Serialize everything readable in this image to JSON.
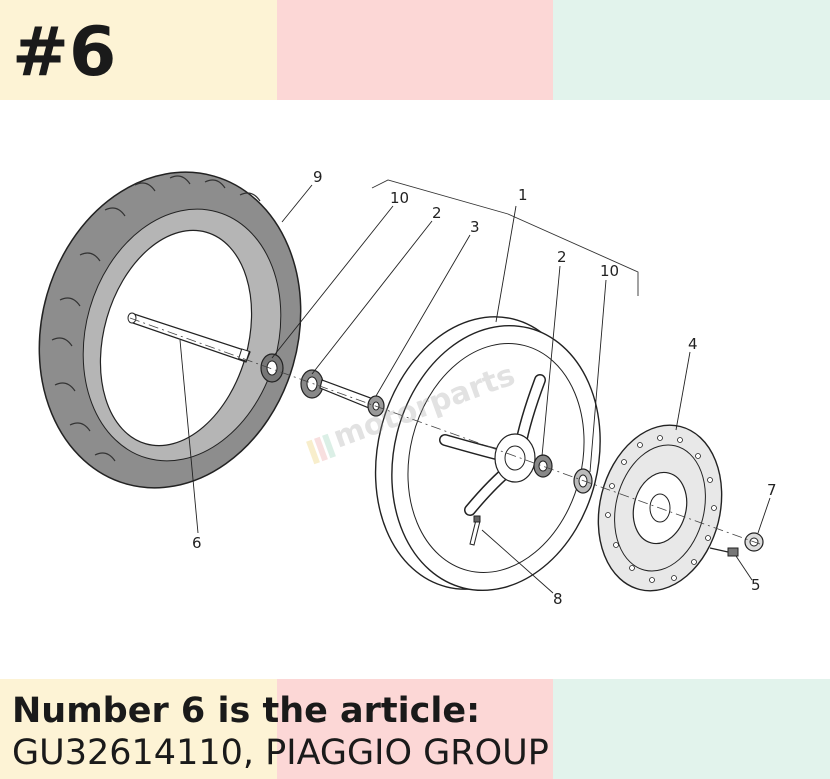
{
  "header": {
    "part_number": "#6",
    "colors": [
      "#fdf3d5",
      "#fcd7d6",
      "#e2f3ec"
    ]
  },
  "diagram": {
    "callouts": {
      "c1": "1",
      "c2a": "2",
      "c2b": "2",
      "c3": "3",
      "c4": "4",
      "c5": "5",
      "c6": "6",
      "c7": "7",
      "c8": "8",
      "c9": "9",
      "c10a": "10",
      "c10b": "10"
    },
    "watermark": "motorparts"
  },
  "caption": {
    "line1": "Number 6 is the article:",
    "line2": "GU32614110, PIAGGIO GROUP"
  }
}
